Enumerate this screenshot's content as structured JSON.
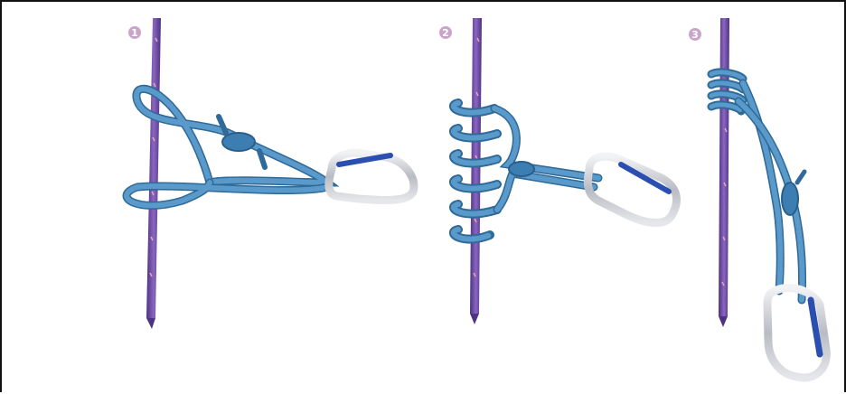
{
  "panels": [
    {
      "step": "1",
      "step_badge_color": "#c9a6c9",
      "carabiner": "horizontal-right"
    },
    {
      "step": "2",
      "step_badge_color": "#c9a6c9",
      "carabiner": "angled-right"
    },
    {
      "step": "3",
      "step_badge_color": "#c9a6c9",
      "carabiner": "vertical-bottom"
    }
  ],
  "colors": {
    "main_rope": "#7b57b0",
    "main_rope_dark": "#4e3283",
    "main_rope_fleck": "#e6a6b8",
    "cord": "#4f8fc0",
    "cord_dark": "#2f6a98",
    "carabiner_metal": "#c7c9cf",
    "carabiner_gate": "#2a4fb0"
  }
}
